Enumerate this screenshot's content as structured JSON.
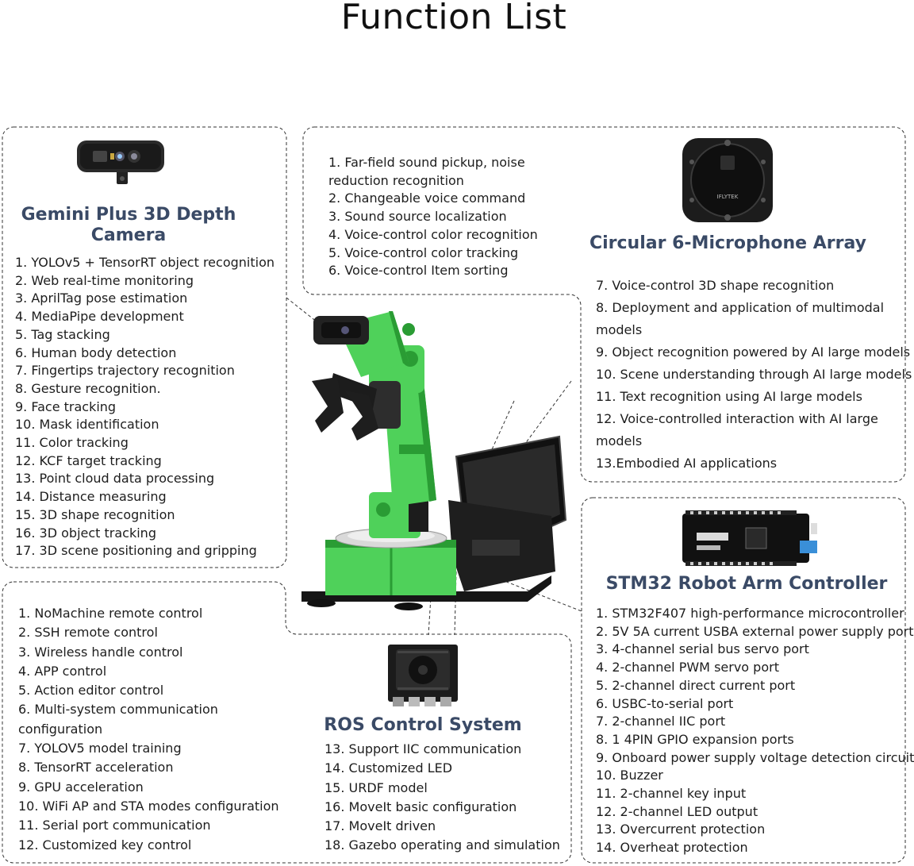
{
  "title": "Function List",
  "camera": {
    "title_line1": "Gemini Plus 3D Depth",
    "title_line2": "Camera",
    "items": [
      "1. YOLOv5 + TensorRT object recognition",
      "2. Web real-time monitoring",
      "3. AprilTag pose estimation",
      "4. MediaPipe development",
      "5. Tag stacking",
      "6. Human body detection",
      "7. Fingertips trajectory recognition",
      "8. Gesture recognition.",
      "9. Face tracking",
      "10. Mask identification",
      "11. Color tracking",
      "12. KCF target tracking",
      "13. Point cloud data processing",
      "14. Distance measuring",
      "15. 3D shape recognition",
      "16. 3D object tracking",
      "17. 3D scene positioning and gripping"
    ]
  },
  "mic": {
    "title": "Circular 6-Microphone Array",
    "items_left": [
      "1. Far-field sound pickup, noise",
      "reduction recognition",
      "2. Changeable voice command",
      "3. Sound source localization",
      "4. Voice-control color recognition",
      "5. Voice-control color tracking",
      "6. Voice-control Item sorting"
    ],
    "items_right": [
      "7. Voice-control 3D shape recognition",
      "8. Deployment and application of multimodal",
      "models",
      "9. Object recognition powered by AI large models",
      "10. Scene understanding through AI large models",
      "11. Text recognition using AI large models",
      "12. Voice-controlled interaction with AI large",
      "models",
      "13.Embodied AI applications"
    ],
    "logo_text": "IFLYTEK"
  },
  "ros": {
    "title": "ROS Control System",
    "items_left": [
      "1. NoMachine remote control",
      "2. SSH remote control",
      "3. Wireless handle control",
      "4. APP control",
      "5. Action editor control",
      "6. Multi-system communication",
      "configuration",
      "7. YOLOV5 model training",
      "8. TensorRT acceleration",
      "9. GPU acceleration",
      "10. WiFi AP and STA modes configuration",
      "11. Serial port communication",
      "12. Customized key control"
    ],
    "items_right": [
      "13. Support IIC communication",
      "14. Customized LED",
      "15. URDF model",
      "16. MoveIt basic configuration",
      "17. MoveIt driven",
      "18. Gazebo operating and simulation"
    ]
  },
  "stm": {
    "title": "STM32 Robot Arm Controller",
    "items": [
      "1. STM32F407 high-performance microcontroller",
      "2. 5V 5A current USBA external power supply port",
      "3. 4-channel serial bus servo port",
      "4. 2-channel PWM servo port",
      "5. 2-channel direct current port",
      "6. USBC-to-serial port",
      "7. 2-channel IIC port",
      "8. 1 4PIN GPIO expansion ports",
      "9. Onboard power supply voltage detection circuit",
      "10. Buzzer",
      "11. 2-channel key input",
      "12. 2-channel LED output",
      "13. Overcurrent protection",
      "14. Overheat protection"
    ]
  },
  "colors": {
    "title": "#3a4a66",
    "arm_green": "#4fd15a",
    "arm_dark": "#2a9c34",
    "black": "#1c1c1c"
  }
}
